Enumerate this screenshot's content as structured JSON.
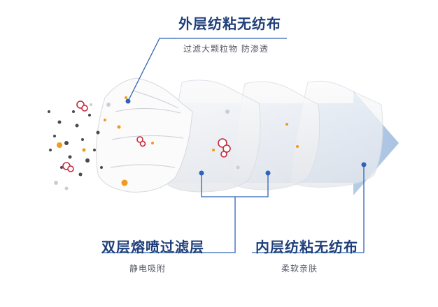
{
  "colors": {
    "accent": "#2d64b8",
    "title_text": "#1f3f7a",
    "arrow": "#c9daee",
    "mask": "#f1f2f4",
    "particle_orange": "#f29a1e",
    "particle_dark": "#4a4a4a",
    "particle_red": "#c8283a"
  },
  "labels": {
    "outer_layer": {
      "title": "外层纺粘无纺布",
      "subtitle": "过滤大颗粒物 防渗透"
    },
    "meltblown_layer": {
      "title": "双层熔喷过滤层",
      "subtitle": "静电吸附"
    },
    "inner_layer": {
      "title": "内层纺粘无纺布",
      "subtitle": "柔软亲肤"
    }
  },
  "icons": [
    "bacteria-icon",
    "dust-particle-icon",
    "arrow-right-icon"
  ]
}
